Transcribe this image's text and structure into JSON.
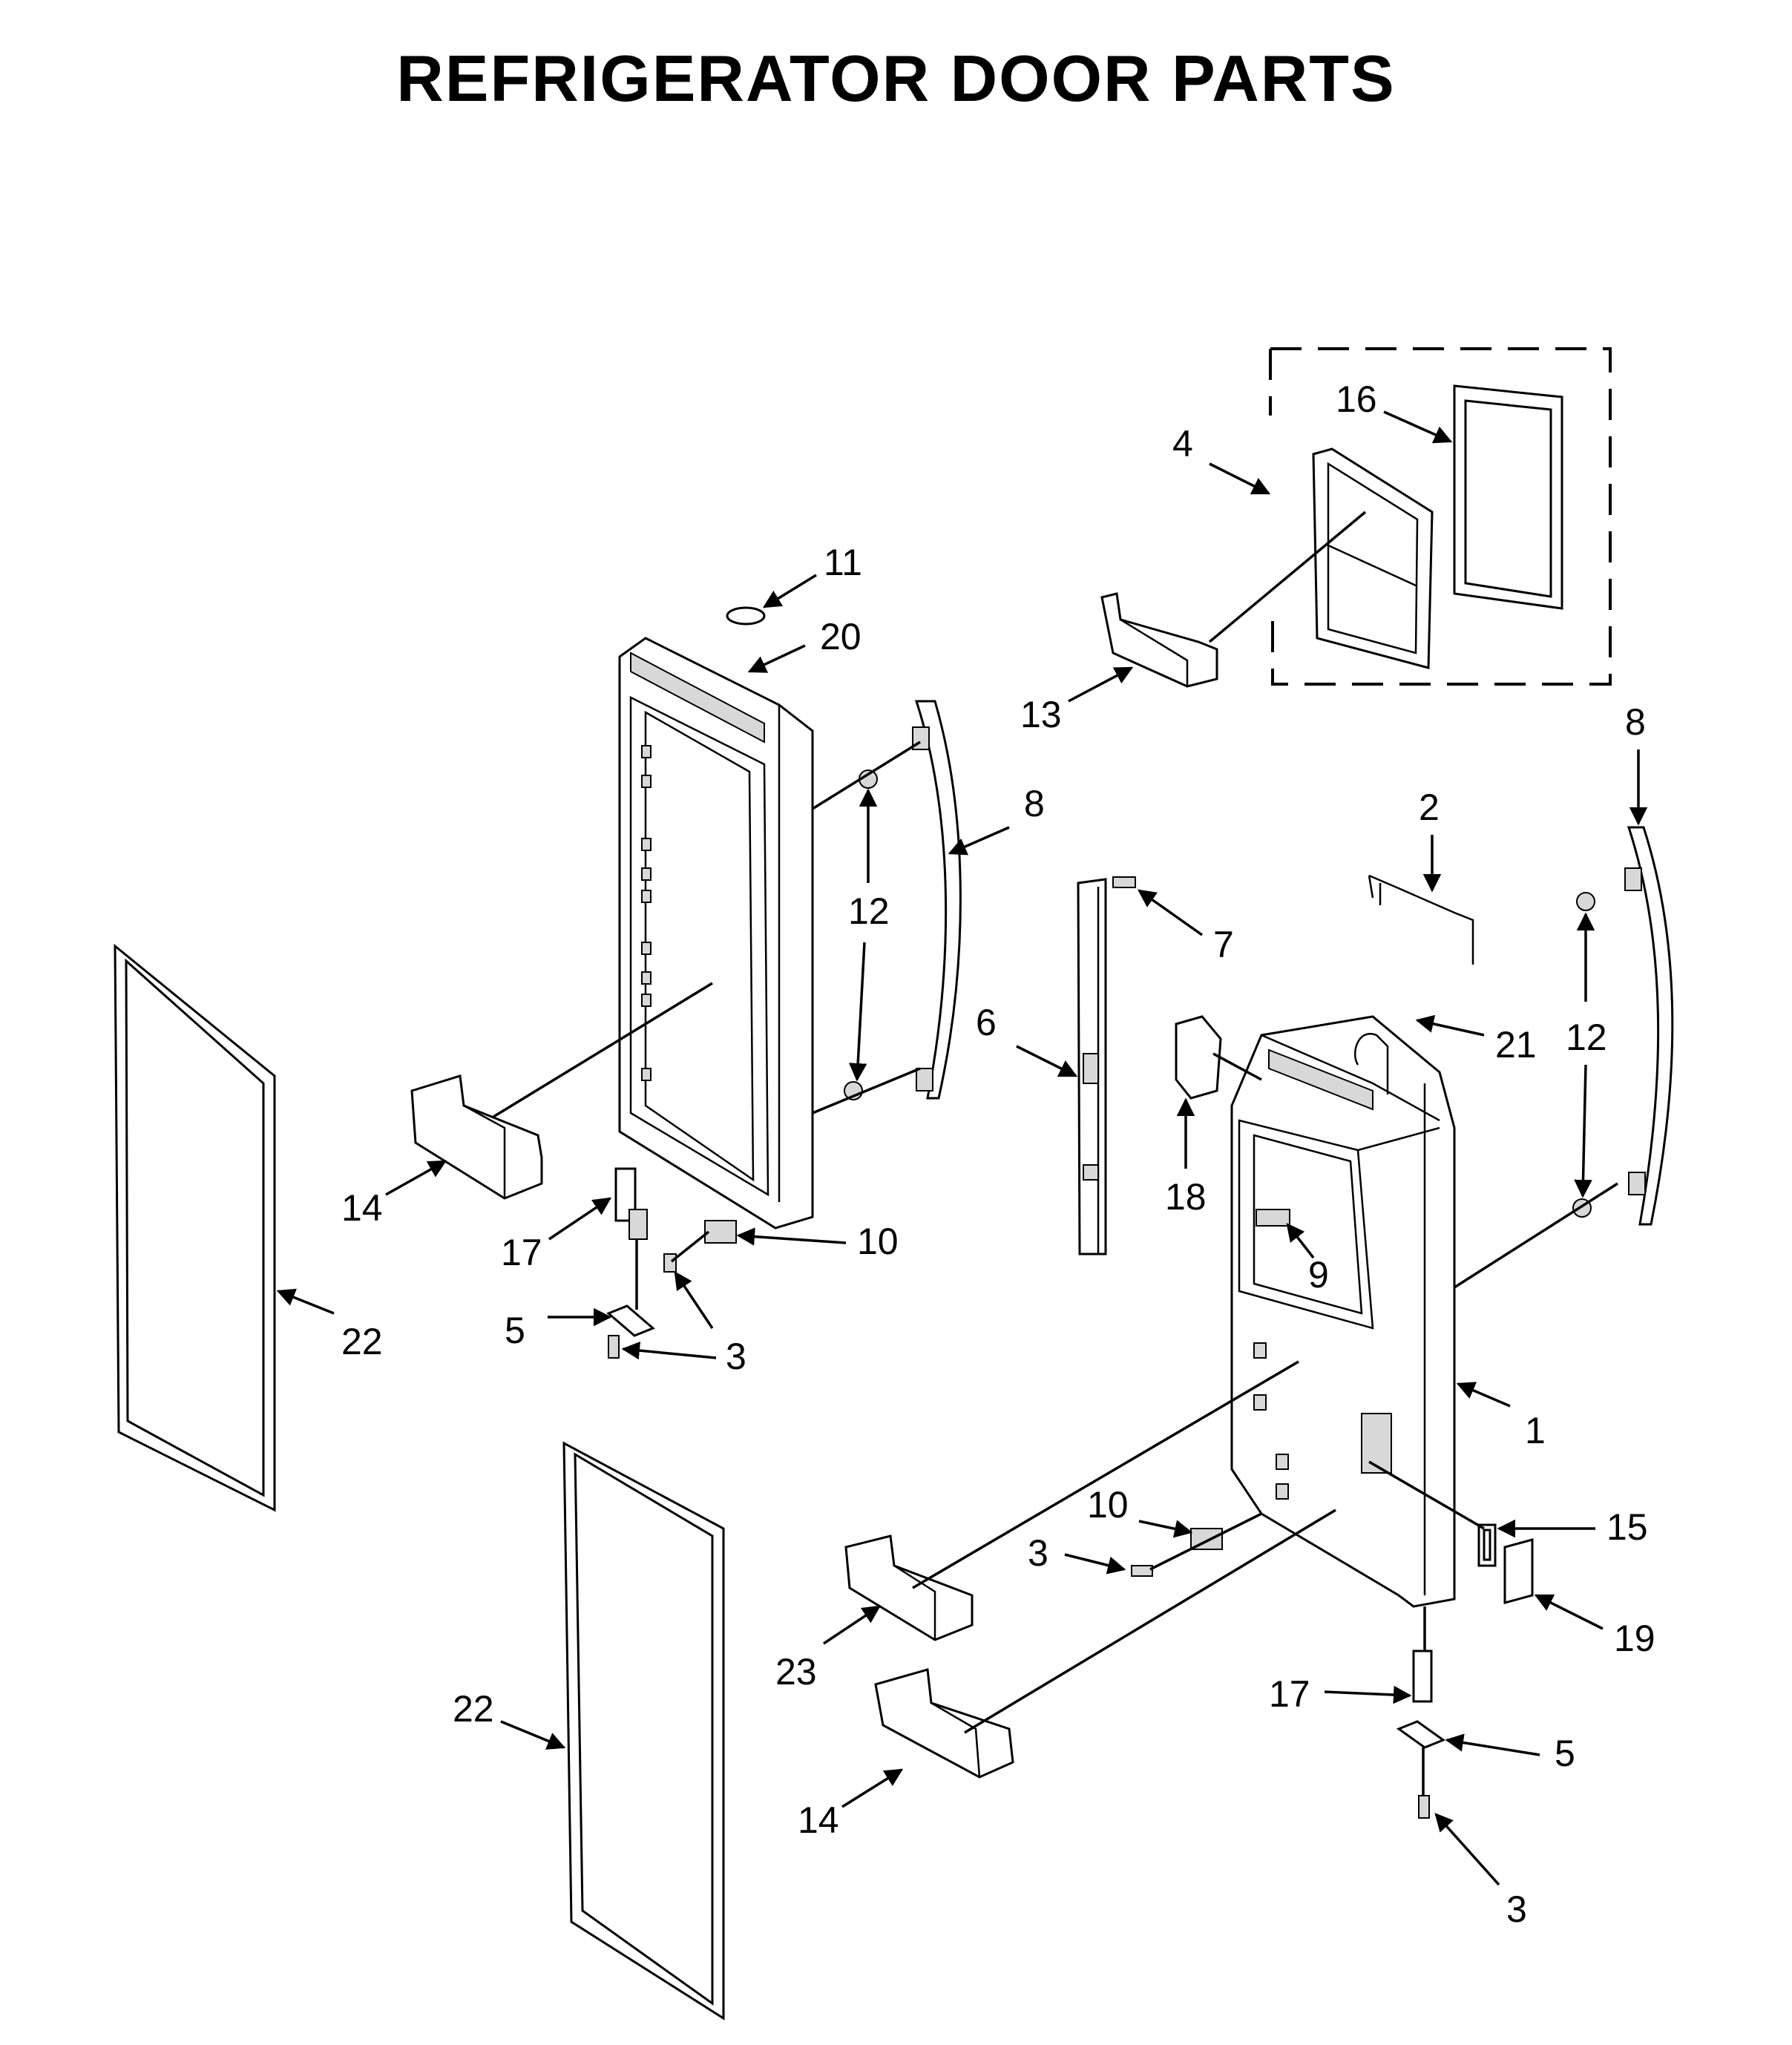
{
  "title": "REFRIGERATOR DOOR PARTS",
  "callouts": [
    {
      "id": "c1",
      "text": "1"
    },
    {
      "id": "c2",
      "text": "2"
    },
    {
      "id": "c3a",
      "text": "3"
    },
    {
      "id": "c3b",
      "text": "3"
    },
    {
      "id": "c3c",
      "text": "3"
    },
    {
      "id": "c4",
      "text": "4"
    },
    {
      "id": "c5a",
      "text": "5"
    },
    {
      "id": "c5b",
      "text": "5"
    },
    {
      "id": "c6",
      "text": "6"
    },
    {
      "id": "c7",
      "text": "7"
    },
    {
      "id": "c8a",
      "text": "8"
    },
    {
      "id": "c8b",
      "text": "8"
    },
    {
      "id": "c9",
      "text": "9"
    },
    {
      "id": "c10a",
      "text": "10"
    },
    {
      "id": "c10b",
      "text": "10"
    },
    {
      "id": "c11",
      "text": "11"
    },
    {
      "id": "c12a",
      "text": "12"
    },
    {
      "id": "c12b",
      "text": "12"
    },
    {
      "id": "c13",
      "text": "13"
    },
    {
      "id": "c14a",
      "text": "14"
    },
    {
      "id": "c14b",
      "text": "14"
    },
    {
      "id": "c15",
      "text": "15"
    },
    {
      "id": "c16",
      "text": "16"
    },
    {
      "id": "c17a",
      "text": "17"
    },
    {
      "id": "c17b",
      "text": "17"
    },
    {
      "id": "c18",
      "text": "18"
    },
    {
      "id": "c19",
      "text": "19"
    },
    {
      "id": "c20",
      "text": "20"
    },
    {
      "id": "c21",
      "text": "21"
    },
    {
      "id": "c22a",
      "text": "22"
    },
    {
      "id": "c22b",
      "text": "22"
    },
    {
      "id": "c23",
      "text": "23"
    }
  ]
}
